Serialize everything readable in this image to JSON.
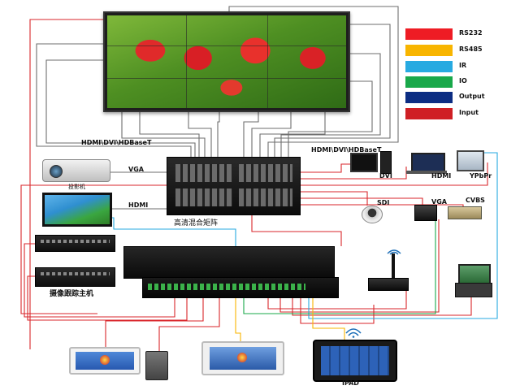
{
  "legend": [
    {
      "label": "RS232",
      "color": "#ee1c24"
    },
    {
      "label": "RS485",
      "color": "#f8b500"
    },
    {
      "label": "IR",
      "color": "#27aae1"
    },
    {
      "label": "IO",
      "color": "#19a84a"
    },
    {
      "label": "Output",
      "color": "#0c2d83"
    },
    {
      "label": "Input",
      "color": "#cf1f24"
    }
  ],
  "labels": {
    "hdmi_left": "HDMI\\DVI\\HDBaseT",
    "hdmi_right": "HDMI\\DVI\\HDBaseT",
    "vga_out": "VGA",
    "hdmi_out": "HDMI",
    "projector": "投影机",
    "matrix": "高清混合矩阵",
    "camera_tracking_host": "摄像跟踪主机",
    "dvi": "DVI",
    "hdmi_in": "HDMI",
    "ypbpr": "YPbPr",
    "sdi": "SDI",
    "vga_in": "VGA",
    "cvbs": "CVBS",
    "ipad": "IPAD"
  },
  "colors": {
    "wire_gray": "#6e6e6e",
    "wire_red": "#d9262b",
    "wire_blue": "#27aae1",
    "wire_green": "#19a84a",
    "wire_yellow": "#f8b500"
  }
}
